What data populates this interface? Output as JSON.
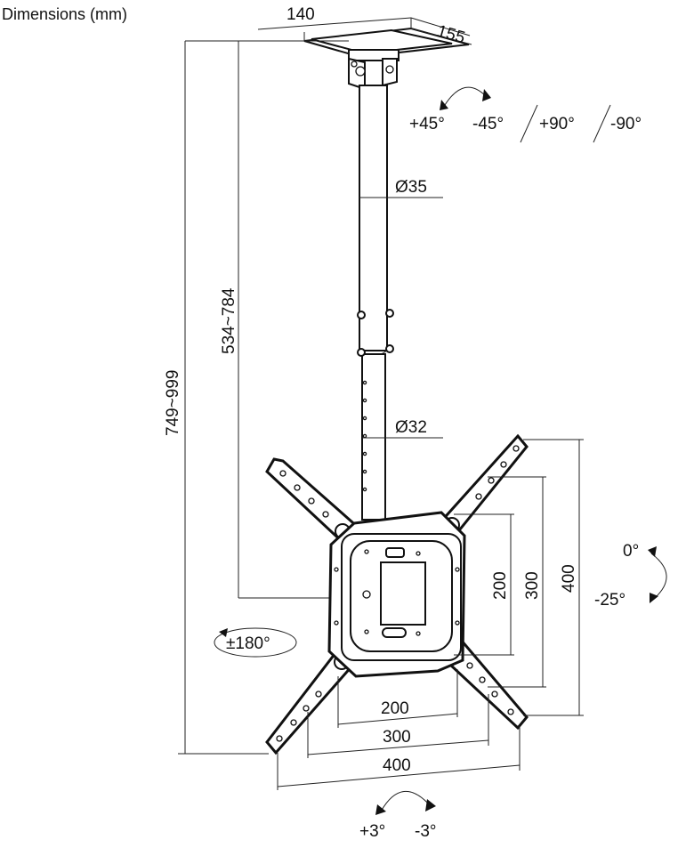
{
  "title": "Dimensions (mm)",
  "top_plate": {
    "width": "140",
    "depth": "155"
  },
  "pole": {
    "upper_diameter": "Ø35",
    "lower_diameter": "Ø32"
  },
  "heights": {
    "overall": "749~999",
    "pole": "534~784"
  },
  "swivel": {
    "plus": "+45°",
    "minus": "-45°",
    "rotate_plus": "+90°",
    "rotate_minus": "-90°"
  },
  "tilt": {
    "up": "0°",
    "down": "-25°"
  },
  "rotation": "±180°",
  "level": {
    "plus": "+3°",
    "minus": "-3°"
  },
  "vesa_width": [
    "200",
    "300",
    "400"
  ],
  "vesa_height": [
    "200",
    "300",
    "400"
  ]
}
